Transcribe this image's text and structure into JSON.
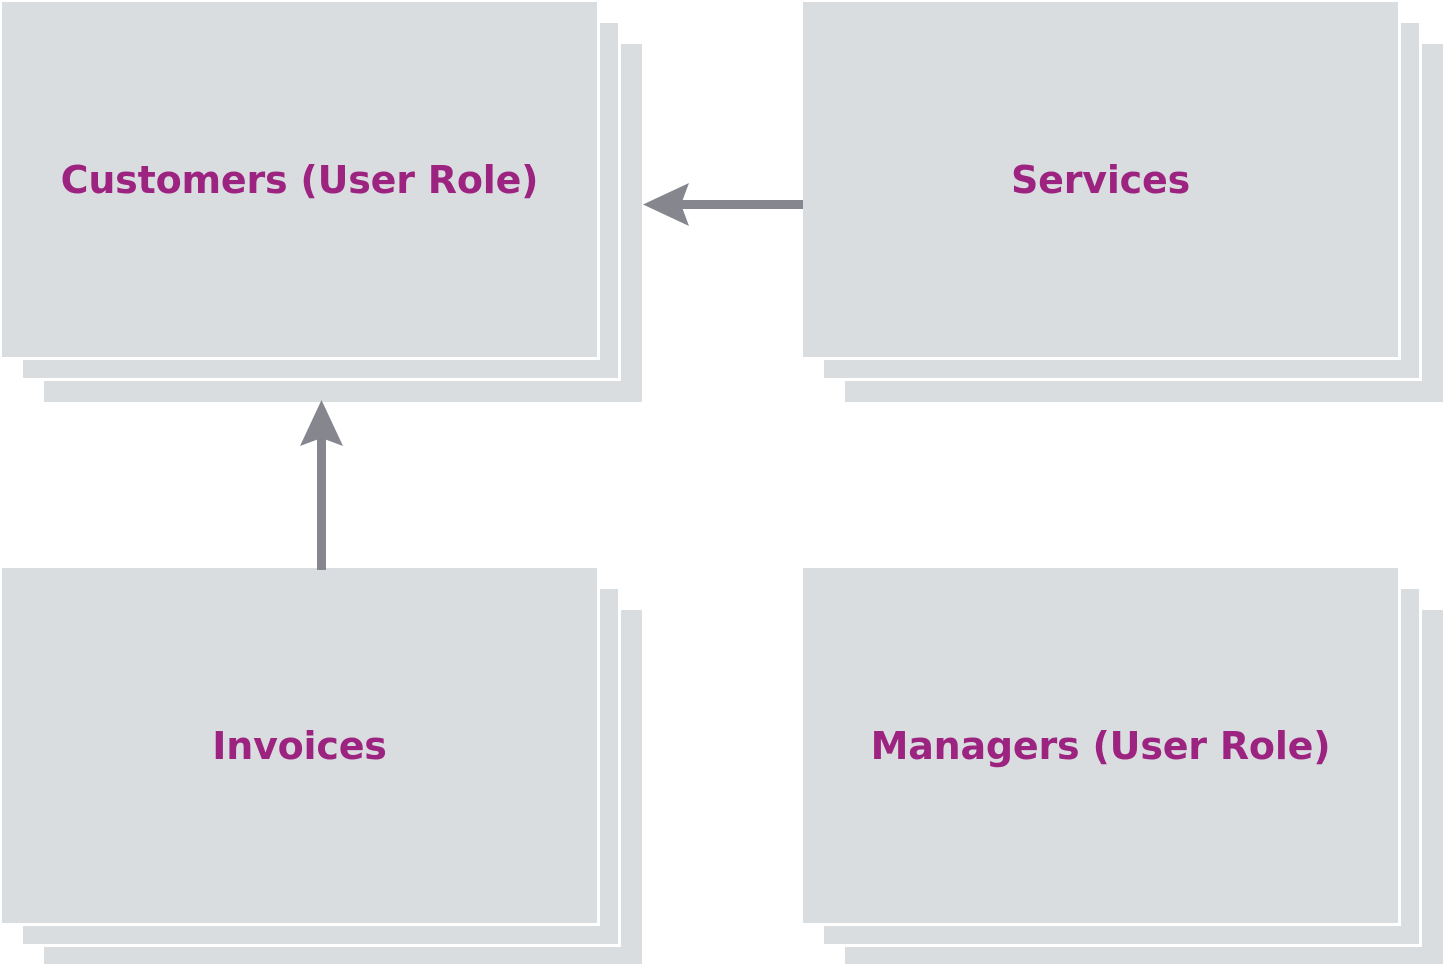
{
  "diagram": {
    "type": "entity-relationship",
    "background_color": "#ffffff",
    "node_fill_color": "#dadde0",
    "node_text_color": "#9c2480",
    "edge_color": "#85868e",
    "nodes": [
      {
        "id": "customers",
        "label": "Customers (User Role)",
        "position": "top-left",
        "stack_layers": 3
      },
      {
        "id": "services",
        "label": "Services",
        "position": "top-right",
        "stack_layers": 3
      },
      {
        "id": "invoices",
        "label": "Invoices",
        "position": "bottom-left",
        "stack_layers": 3
      },
      {
        "id": "managers",
        "label": "Managers (User Role)",
        "position": "bottom-right",
        "stack_layers": 3
      }
    ],
    "edges": [
      {
        "id": "services-to-customers",
        "from": "services",
        "to": "customers",
        "direction": "right-to-left",
        "arrowhead": "concave-open"
      },
      {
        "id": "invoices-to-customers",
        "from": "invoices",
        "to": "customers",
        "direction": "bottom-to-top",
        "arrowhead": "concave-open"
      }
    ]
  }
}
